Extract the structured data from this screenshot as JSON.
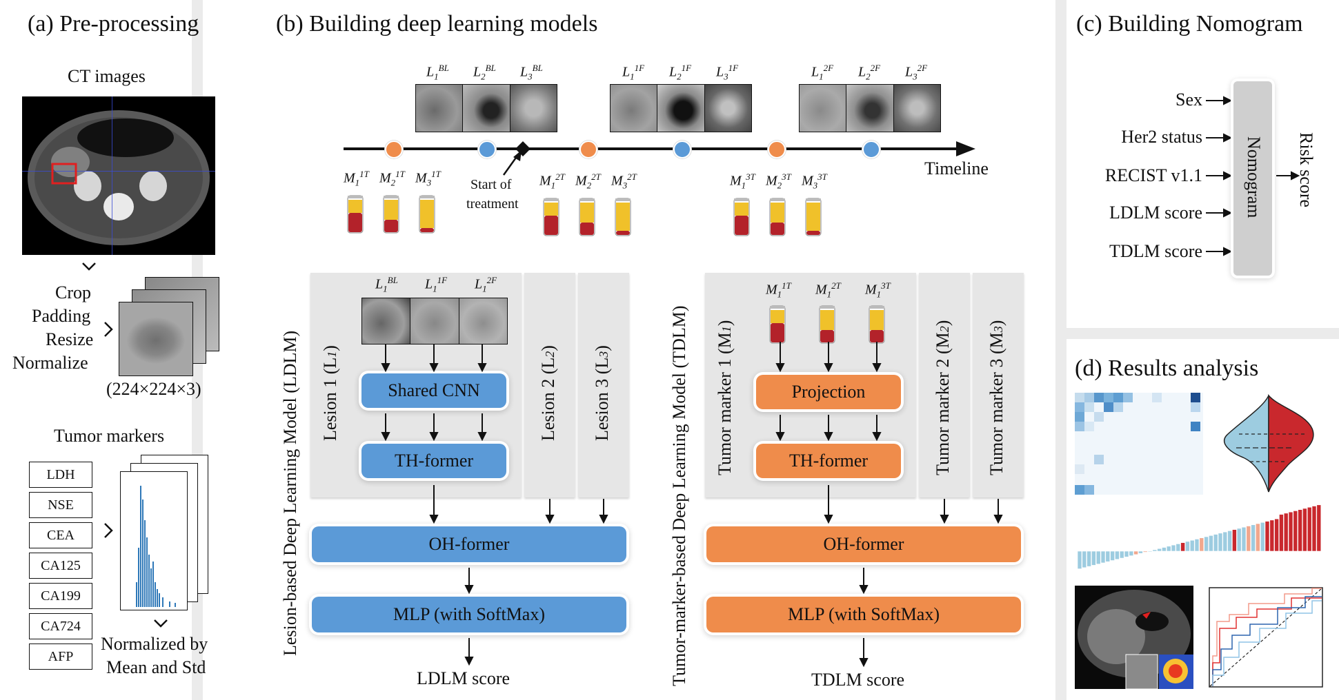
{
  "panel_a": {
    "title": "(a) Pre-processing",
    "ct_label": "CT images",
    "steps": [
      "Crop",
      "Padding",
      "Resize",
      "Normalize"
    ],
    "size_label": "(224×224×3)",
    "tumor_markers_title": "Tumor markers",
    "markers": [
      "LDH",
      "NSE",
      "CEA",
      "CA125",
      "CA199",
      "CA724",
      "AFP"
    ],
    "normalized_line1": "Normalized by",
    "normalized_line2": "Mean and Std"
  },
  "panel_b": {
    "title": "(b) Building deep learning models",
    "timeline_label": "Timeline",
    "start_line1": "Start of",
    "start_line2": "treatment",
    "ldlm": {
      "side_label": "Lesion-based Deep Learning Model (LDLM)",
      "lesion1": "Lesion 1 (L",
      "lesion1_sub": "1",
      "lesion2": "Lesion 2 (L",
      "lesion2_sub": "2",
      "lesion3": "Lesion 3 (L",
      "lesion3_sub": "3",
      "shared": "Shared CNN",
      "thformer": "TH-former",
      "ohformer": "OH-former",
      "mlp": "MLP (with SoftMax)",
      "score": "LDLM score"
    },
    "tdlm": {
      "side_label": "Tumor-marker-based Deep Learning Model (TDLM)",
      "marker1": "Tumor marker 1 (M",
      "marker1_sub": "1",
      "marker2": "Tumor marker 2 (M",
      "marker2_sub": "2",
      "marker3": "Tumor marker 3 (M",
      "marker3_sub": "3",
      "projection": "Projection",
      "thformer": "TH-former",
      "ohformer": "OH-former",
      "mlp": "MLP (with SoftMax)",
      "score": "TDLM score"
    }
  },
  "panel_c": {
    "title": "(c) Building Nomogram",
    "inputs": [
      "Sex",
      "Her2 status",
      "RECIST v1.1",
      "LDLM score",
      "TDLM score"
    ],
    "box": "Nomogram",
    "output": "Risk score"
  },
  "panel_d": {
    "title": "(d) Results analysis"
  },
  "colors": {
    "blue": "#5b9ad7",
    "orange": "#ef8c4b",
    "red": "#c9282d",
    "lightblue": "#9dcce0"
  }
}
